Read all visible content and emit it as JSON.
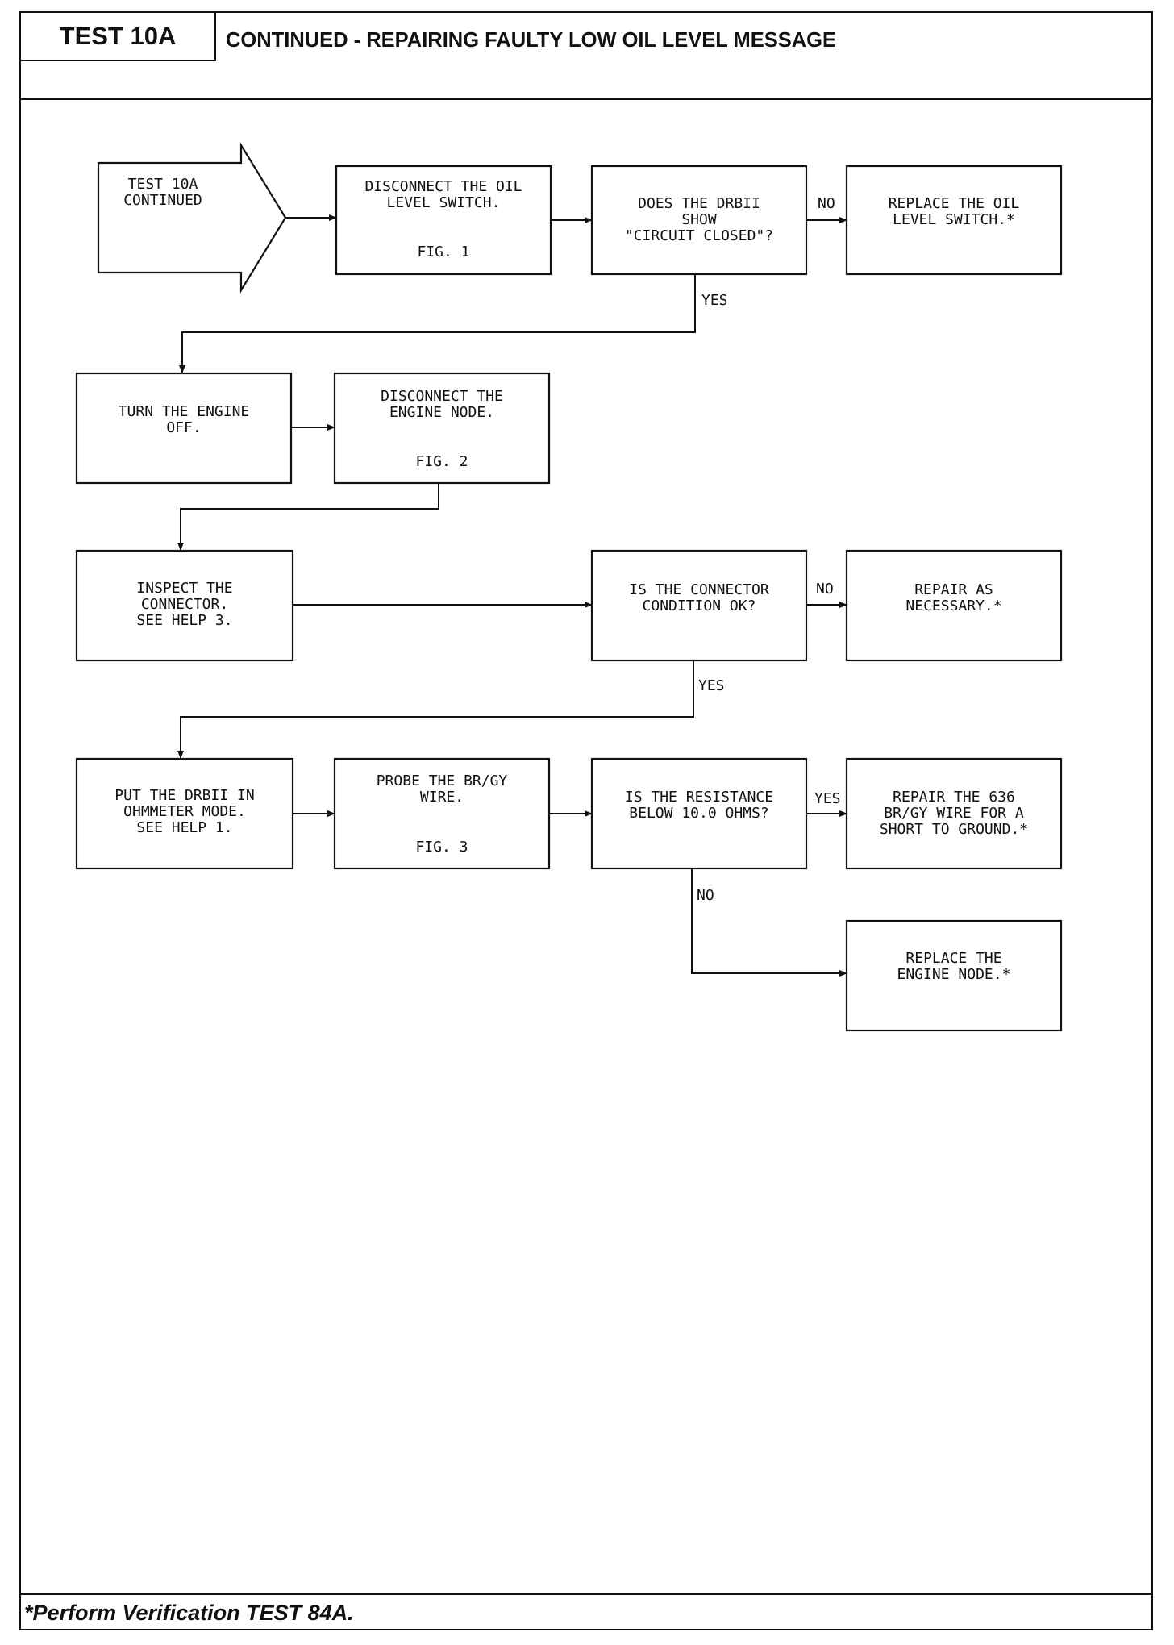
{
  "header": {
    "test_id": "TEST 10A",
    "title": "CONTINUED - REPAIRING FAULTY LOW OIL LEVEL MESSAGE"
  },
  "flow": {
    "start": [
      "TEST 10A",
      "CONTINUED"
    ],
    "disconnect_switch": [
      "DISCONNECT THE OIL",
      "LEVEL SWITCH."
    ],
    "disconnect_switch_fig": "FIG. 1",
    "circuit_closed_question": [
      "DOES THE DRBII",
      "SHOW",
      "\"CIRCUIT CLOSED\"?"
    ],
    "replace_switch": [
      "REPLACE THE OIL",
      "LEVEL SWITCH.*"
    ],
    "engine_off": [
      "TURN THE ENGINE",
      "OFF."
    ],
    "disconnect_node": [
      "DISCONNECT THE",
      "ENGINE NODE."
    ],
    "disconnect_node_fig": "FIG. 2",
    "inspect_connector": [
      "INSPECT THE",
      "CONNECTOR.",
      "SEE HELP 3."
    ],
    "connector_question": [
      "IS THE CONNECTOR",
      "CONDITION OK?"
    ],
    "repair_necessary": [
      "REPAIR AS",
      "NECESSARY.*"
    ],
    "ohmmeter_mode": [
      "PUT THE DRBII IN",
      "OHMMETER MODE.",
      "SEE HELP 1."
    ],
    "probe_wire": [
      "PROBE THE BR/GY",
      "WIRE."
    ],
    "probe_wire_fig": "FIG. 3",
    "resistance_question": [
      "IS THE RESISTANCE",
      "BELOW 10.0 OHMS?"
    ],
    "repair_wire": [
      "REPAIR THE 636",
      "BR/GY WIRE FOR A",
      "SHORT TO GROUND.*"
    ],
    "replace_node": [
      "REPLACE THE",
      "ENGINE NODE.*"
    ],
    "labels": {
      "no": "NO",
      "yes": "YES"
    }
  },
  "footer": {
    "note": "*Perform Verification TEST 84A."
  }
}
